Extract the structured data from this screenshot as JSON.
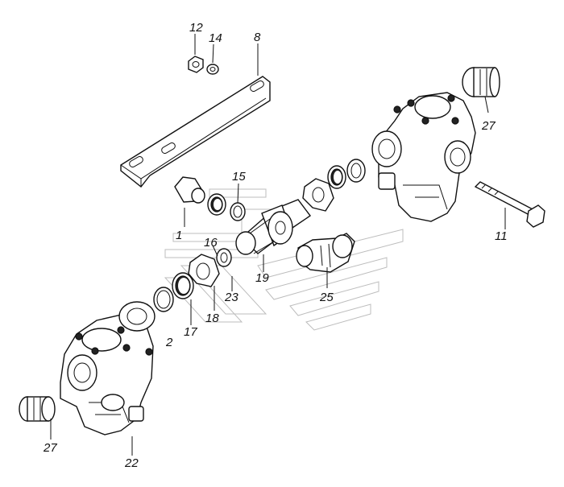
{
  "callouts": {
    "c12": "12",
    "c14": "14",
    "c8": "8",
    "c27_top": "27",
    "c15": "15",
    "c1": "1",
    "c16": "16",
    "c19": "19",
    "c23": "23",
    "c25": "25",
    "c11": "11",
    "c2": "2",
    "c17": "17",
    "c18": "18",
    "c27_bottom": "27",
    "c22": "22"
  }
}
